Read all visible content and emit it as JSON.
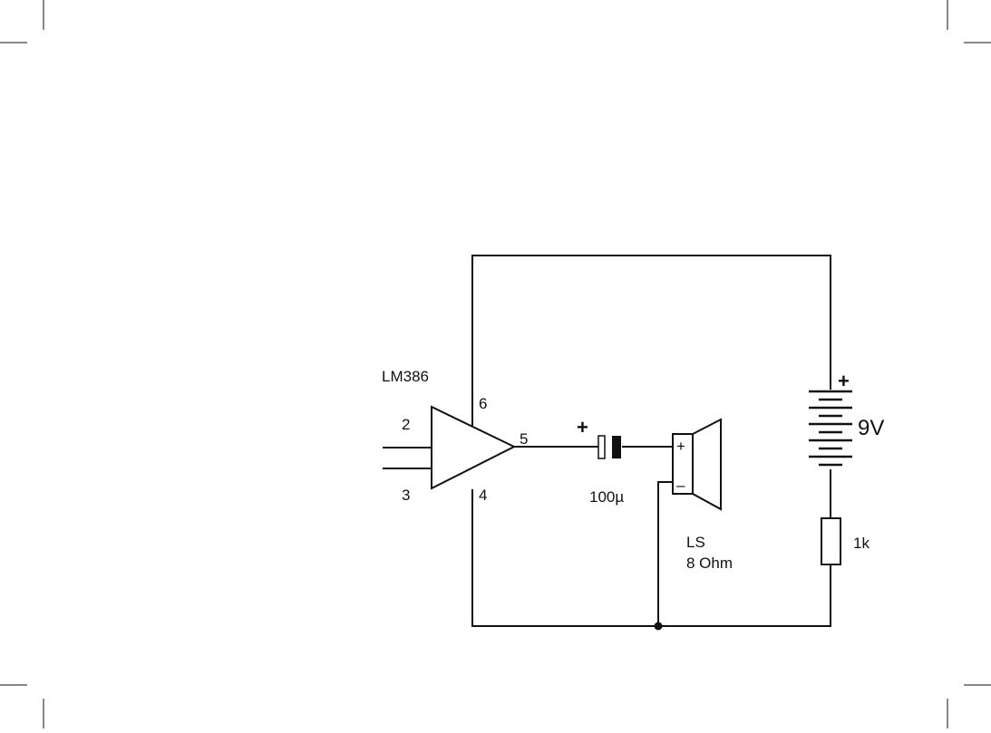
{
  "ic": {
    "name": "LM386",
    "pin_in_plus": "2",
    "pin_in_minus": "3",
    "pin_out": "5",
    "pin_vs": "6",
    "pin_gnd": "4"
  },
  "capacitor": {
    "polarity": "+",
    "value": "100µ"
  },
  "speaker": {
    "designator": "LS",
    "impedance": "8 Ohm",
    "plus": "+",
    "minus": "–"
  },
  "battery": {
    "polarity": "+",
    "voltage": "9V"
  },
  "resistor": {
    "value": "1k"
  },
  "colors": {
    "wire": "#111111",
    "background": "#ffffff"
  }
}
